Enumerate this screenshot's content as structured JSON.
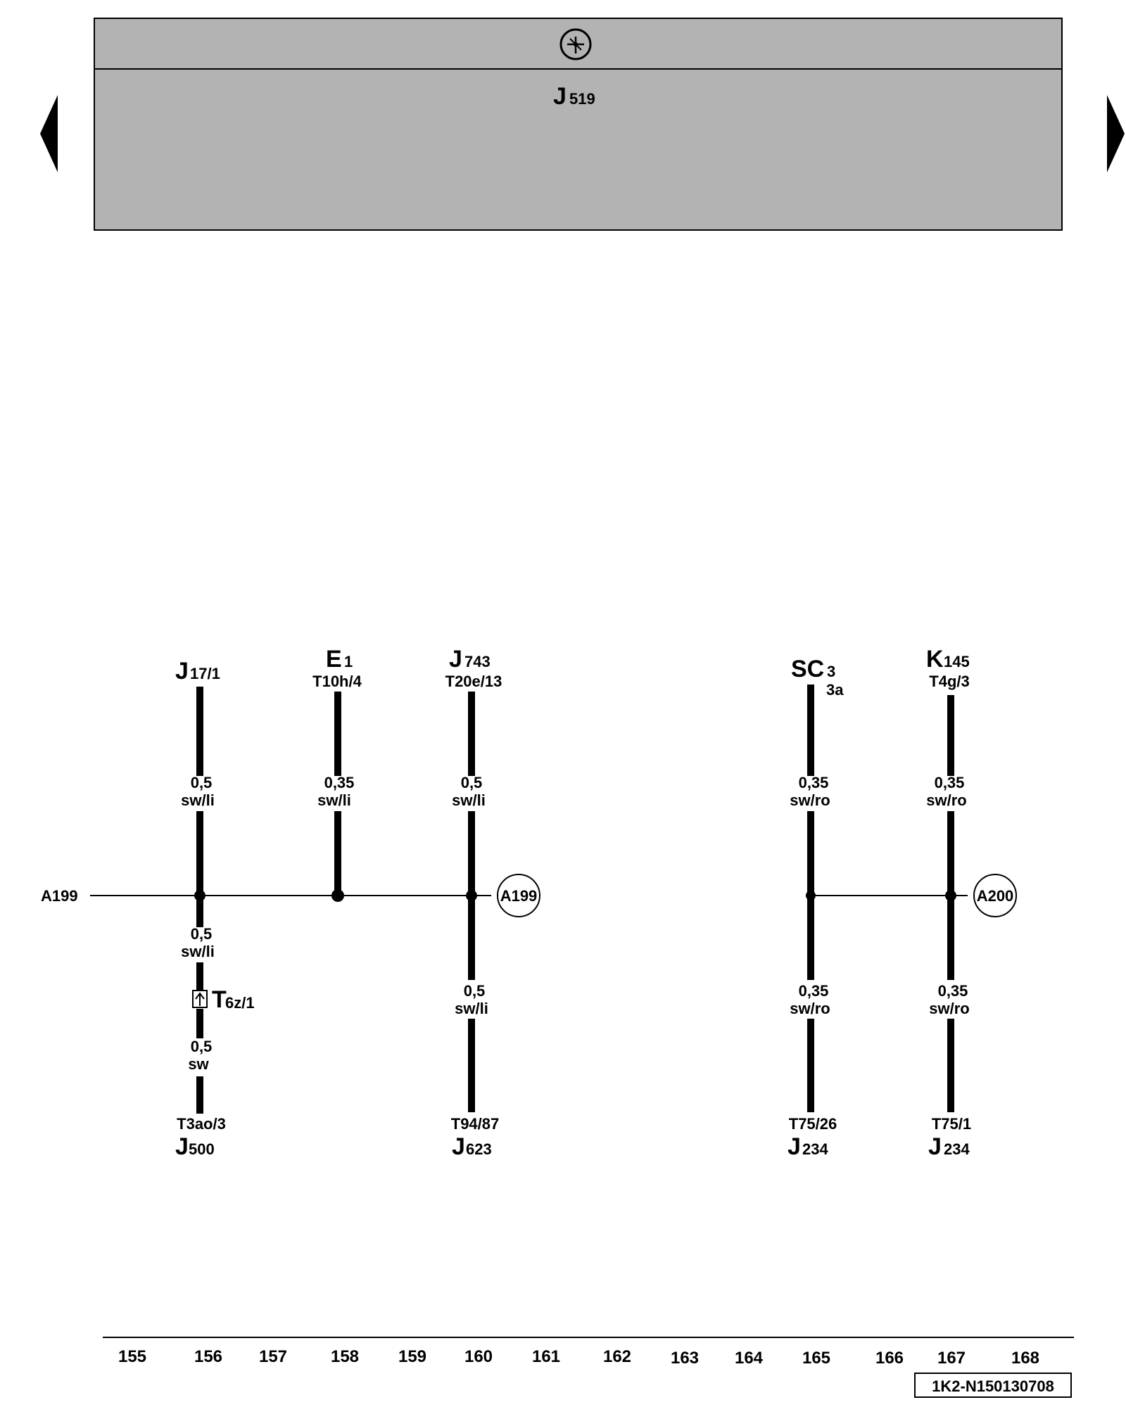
{
  "header": {
    "symbol": "steering-wheel-icon",
    "component": {
      "letter": "J",
      "number": "519"
    }
  },
  "nav": {
    "prev": "previous-page-arrow",
    "next": "next-page-arrow"
  },
  "bus_lines": [
    {
      "id": "A199",
      "left_label": "A199",
      "circle_label": "A199"
    },
    {
      "id": "A200",
      "left_label": "",
      "circle_label": "A200"
    }
  ],
  "columns": [
    {
      "top": {
        "letter": "J",
        "sub": "17/1",
        "pin": ""
      },
      "wire_top": {
        "size": "0,5",
        "color": "sw/li"
      },
      "wire_mid": {
        "size": "0,5",
        "color": "sw/li"
      },
      "connector": {
        "letter": "T",
        "sub": "6z/1"
      },
      "wire_low": {
        "size": "0,5",
        "color": "sw"
      },
      "bottom": {
        "pin": "T3ao/3",
        "letter": "J",
        "sub": "500"
      }
    },
    {
      "top": {
        "letter": "E",
        "sub": "1",
        "pin": "T10h/4"
      },
      "wire_top": {
        "size": "0,35",
        "color": "sw/li"
      }
    },
    {
      "top": {
        "letter": "J",
        "sub": "743",
        "pin": "T20e/13"
      },
      "wire_top": {
        "size": "0,5",
        "color": "sw/li"
      },
      "wire_low": {
        "size": "0,5",
        "color": "sw/li"
      },
      "bottom": {
        "pin": "T94/87",
        "letter": "J",
        "sub": "623"
      }
    },
    {
      "top": {
        "letter": "SC",
        "sub": "3",
        "pin": "3a"
      },
      "wire_top": {
        "size": "0,35",
        "color": "sw/ro"
      },
      "wire_low": {
        "size": "0,35",
        "color": "sw/ro"
      },
      "bottom": {
        "pin": "T75/26",
        "letter": "J",
        "sub": "234"
      }
    },
    {
      "top": {
        "letter": "K",
        "sub": "145",
        "pin": "T4g/3"
      },
      "wire_top": {
        "size": "0,35",
        "color": "sw/ro"
      },
      "wire_low": {
        "size": "0,35",
        "color": "sw/ro"
      },
      "bottom": {
        "pin": "T75/1",
        "letter": "J",
        "sub": "234"
      }
    }
  ],
  "scale": [
    "155",
    "156",
    "157",
    "158",
    "159",
    "160",
    "161",
    "162",
    "163",
    "164",
    "165",
    "166",
    "167",
    "168"
  ],
  "doc_id": "1K2-N150130708"
}
